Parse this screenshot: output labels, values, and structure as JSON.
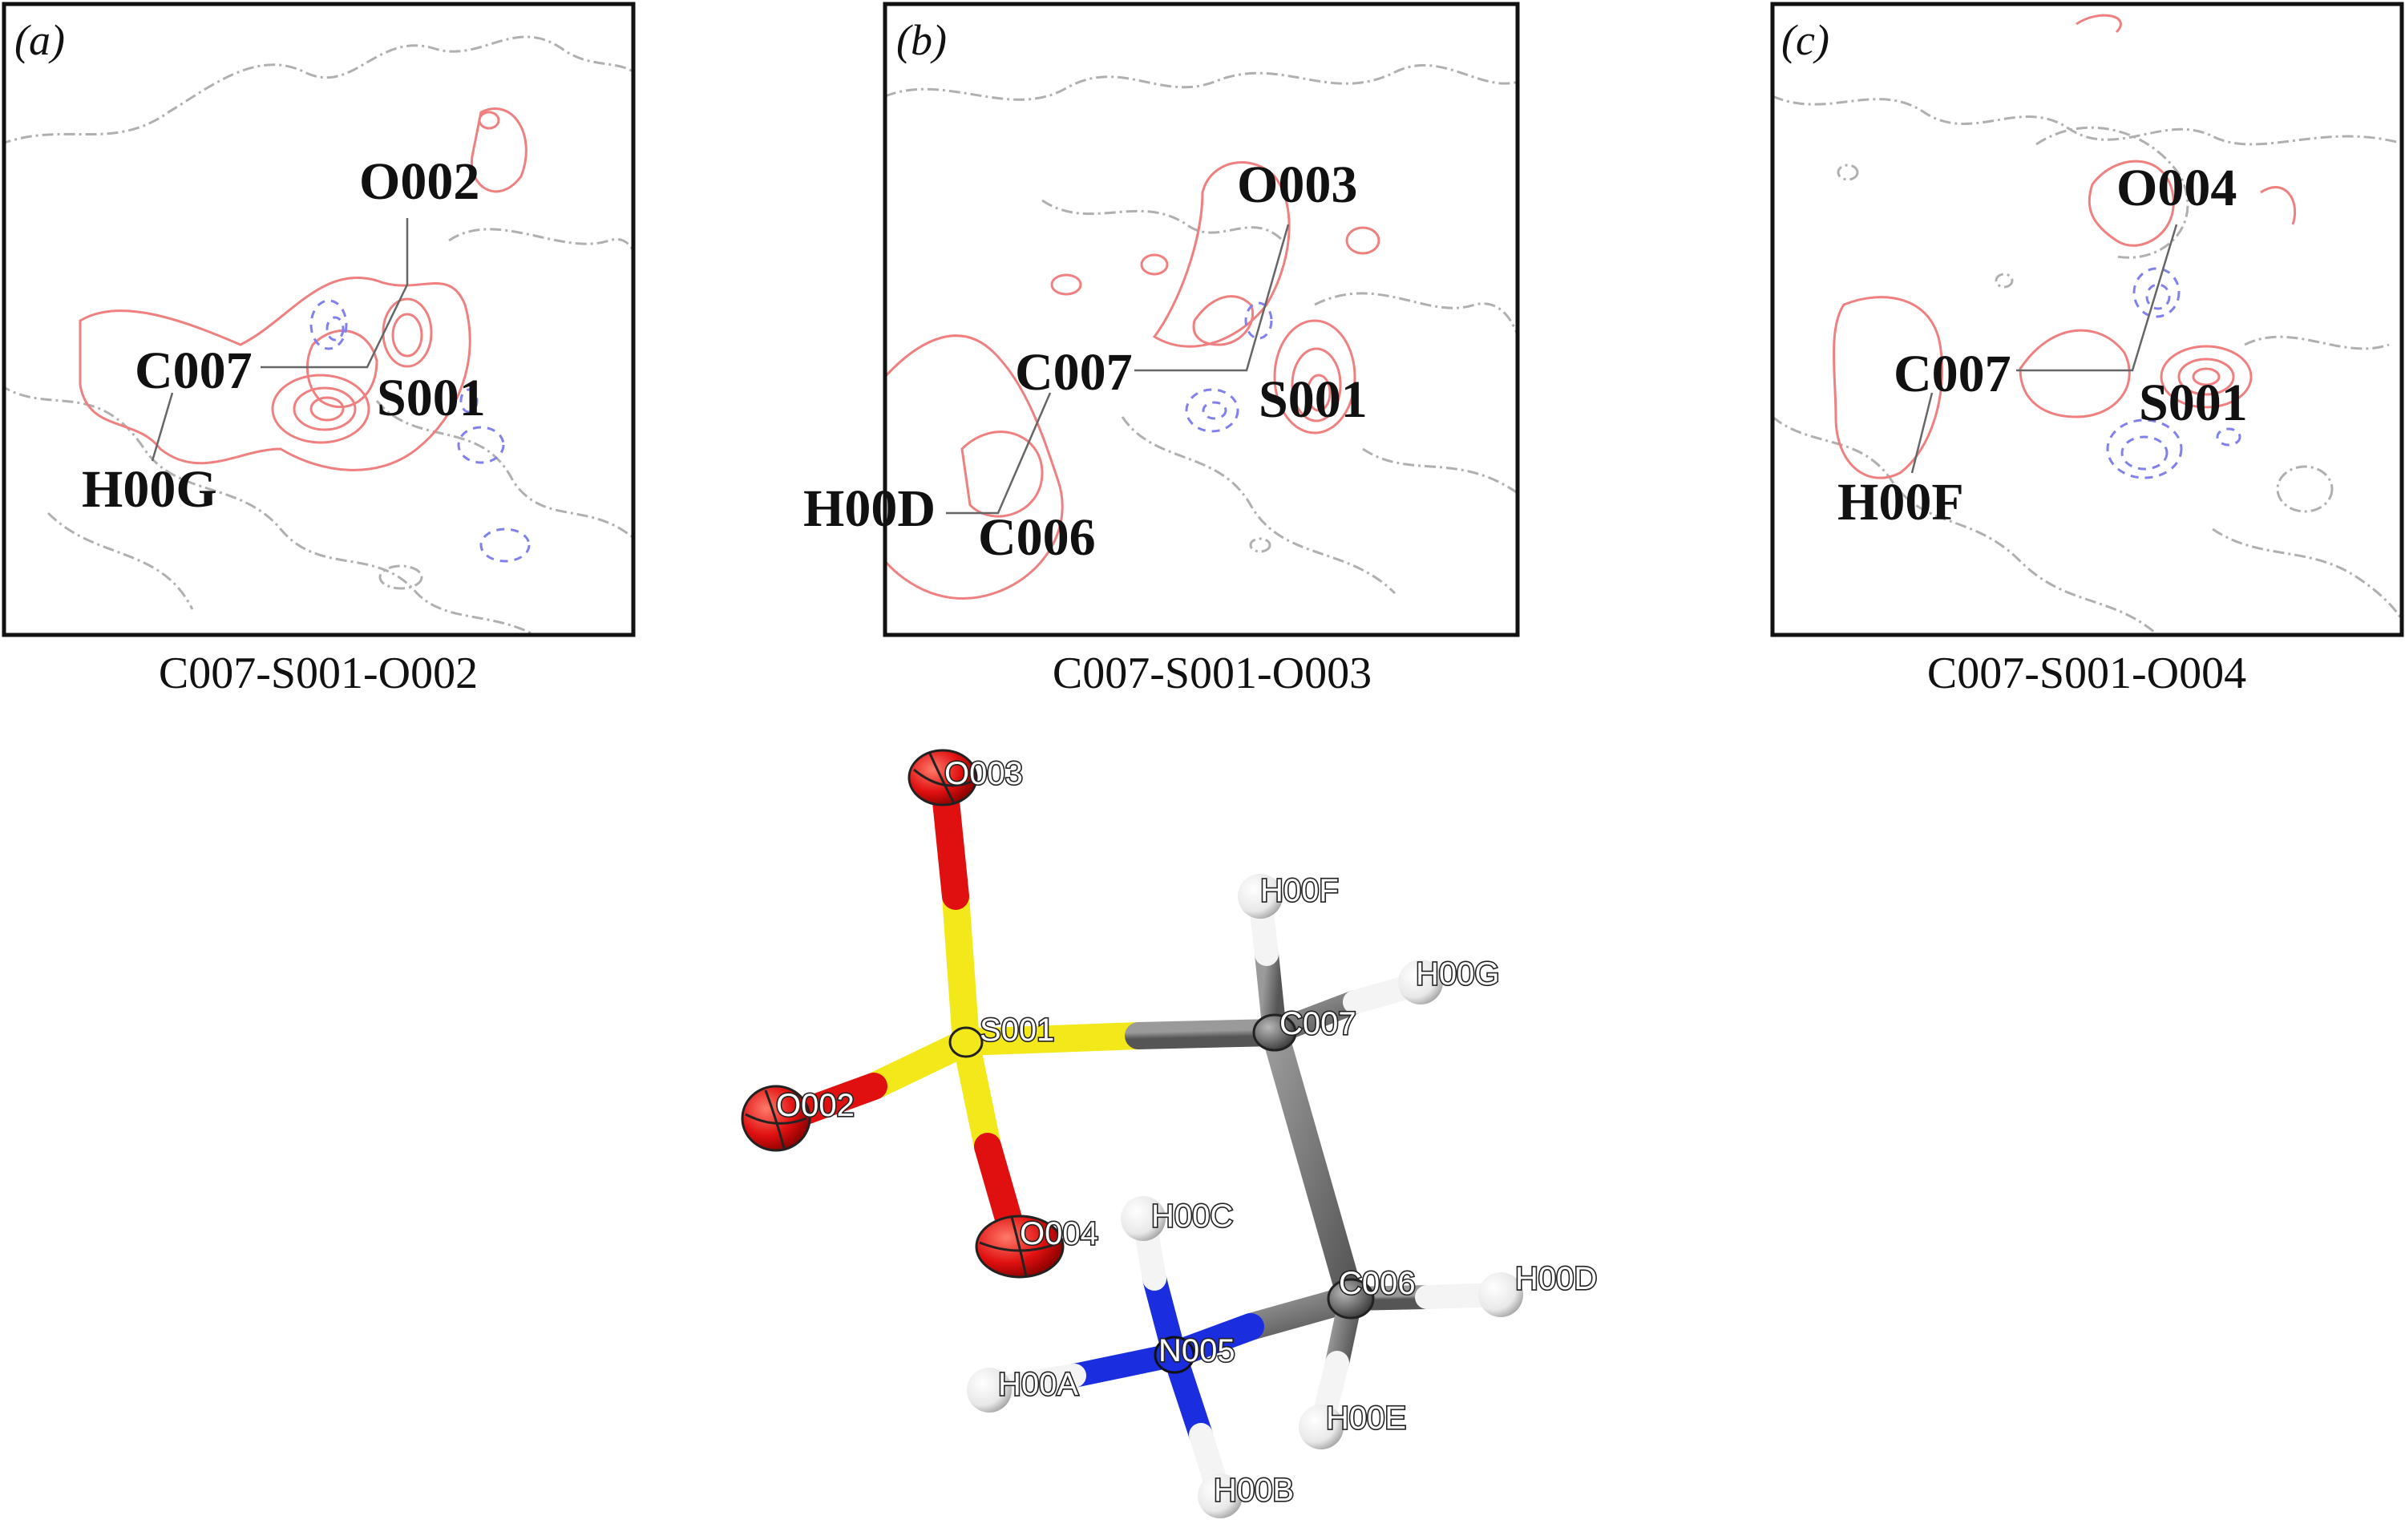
{
  "panels": [
    {
      "letter": "(a)",
      "caption": "C007-S001-O002",
      "labels": {
        "top": "O002",
        "center": "S001",
        "left": "C007",
        "low": "H00G"
      }
    },
    {
      "letter": "(b)",
      "caption": "C007-S001-O003",
      "labels": {
        "top": "O003",
        "center": "S001",
        "left": "C007",
        "low": "C006",
        "far": "H00D"
      }
    },
    {
      "letter": "(c)",
      "caption": "C007-S001-O004",
      "labels": {
        "top": "O004",
        "center": "S001",
        "left": "C007",
        "low": "H00F"
      }
    }
  ],
  "molecule": {
    "atoms": {
      "O003": "O003",
      "S001": "S001",
      "O002": "O002",
      "O004": "O004",
      "C007": "C007",
      "H00F": "H00F",
      "H00G": "H00G",
      "C006": "C006",
      "H00D": "H00D",
      "H00E": "H00E",
      "N005": "N005",
      "H00A": "H00A",
      "H00B": "H00B",
      "H00C": "H00C"
    },
    "colors": {
      "oxygen": "#e01010",
      "sulfur": "#f2e81a",
      "carbon": "#7a7a7a",
      "nitrogen": "#1a2ee0",
      "hydrogen": "#f4f4f4"
    }
  }
}
